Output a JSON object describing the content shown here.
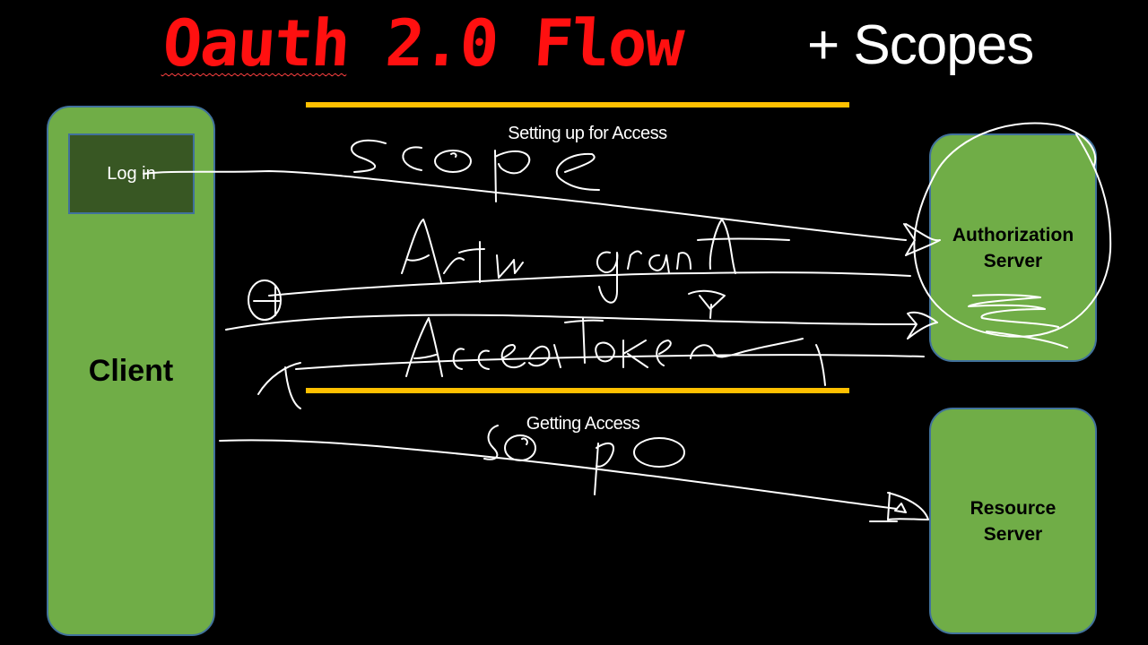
{
  "title": {
    "main": "Oauth 2.0 Flow",
    "suffix": "+ Scopes"
  },
  "sections": [
    {
      "label": "Setting up for Access"
    },
    {
      "label": "Getting Access"
    }
  ],
  "client": {
    "label": "Client",
    "login_button": "Log in"
  },
  "servers": {
    "authorization": {
      "line1": "Authorization",
      "line2": "Server"
    },
    "resource": {
      "line1": "Resource",
      "line2": "Server"
    }
  },
  "annotations": {
    "scope_top": "scope",
    "auth_grant": "Auth grant",
    "access_token": "Access Token",
    "scope_bottom": "scope"
  },
  "colors": {
    "background": "#000000",
    "title_red": "#ff1010",
    "box_green": "#70ad47",
    "login_dark_green": "#385723",
    "box_border": "#41719c",
    "divider_yellow": "#ffc000",
    "ink": "#ffffff"
  }
}
